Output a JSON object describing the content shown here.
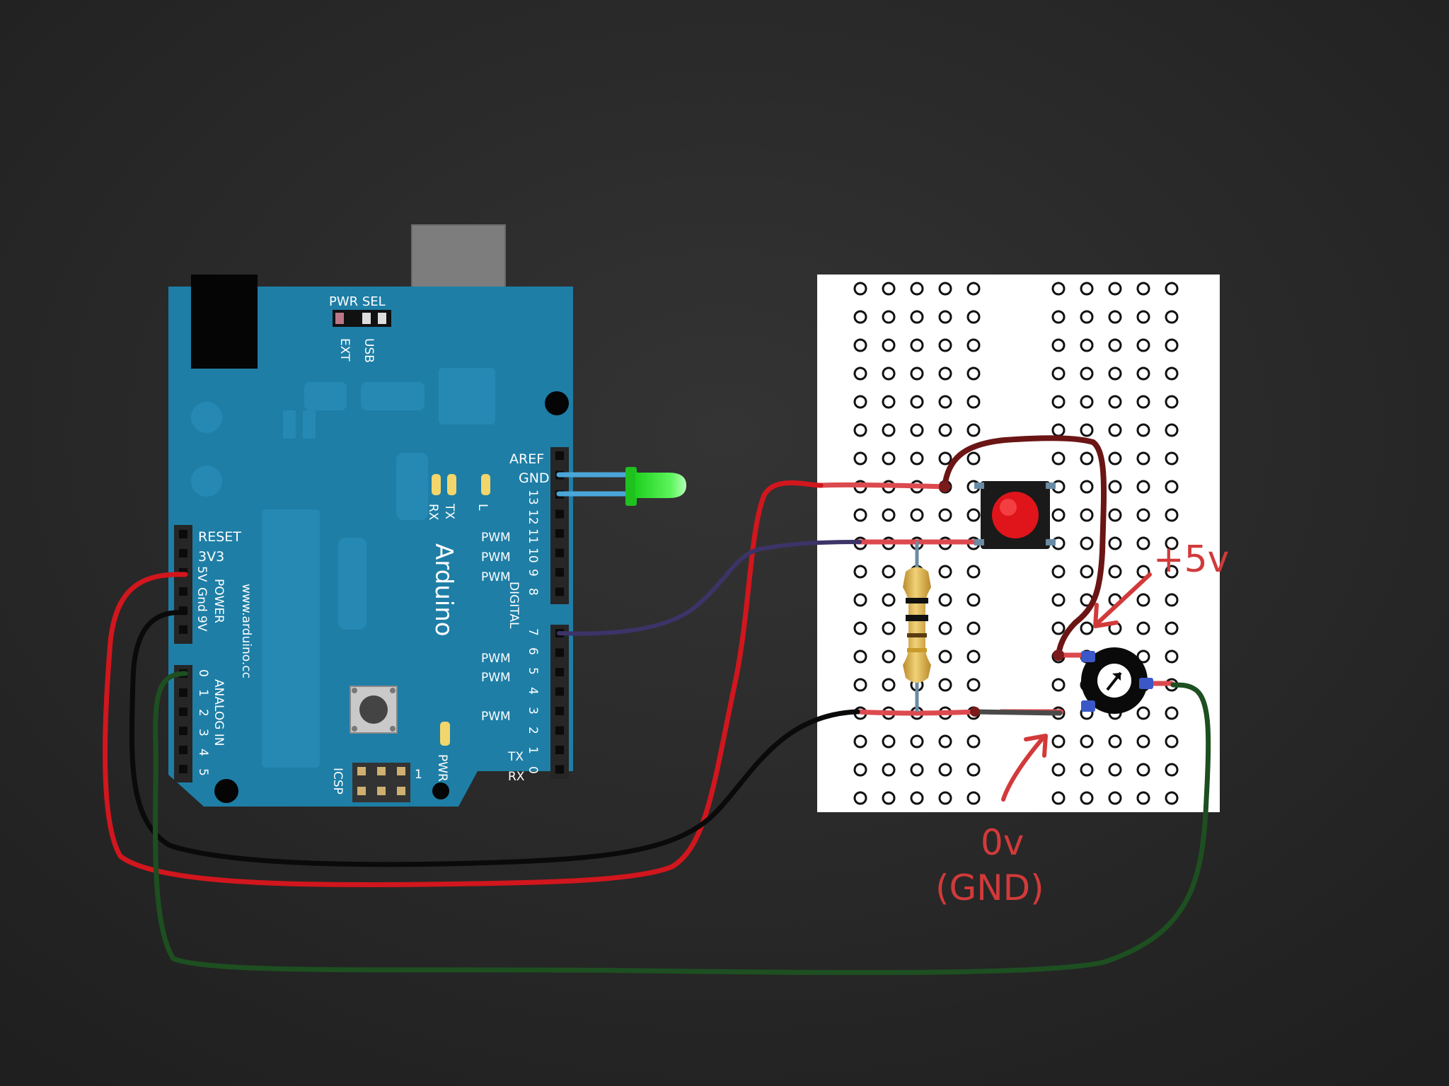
{
  "board": {
    "brand": "Arduino",
    "website": "www.arduino.cc",
    "pwr_sel": "PWR SEL",
    "ext": "EXT",
    "usb": "USB",
    "aref": "AREF",
    "gnd": "GND",
    "reset": "RESET",
    "v33": "3V3",
    "v5": "5V",
    "gnd_power": "Gnd",
    "v9": "9V",
    "power": "POWER",
    "analog_in": "ANALOG IN",
    "digital": "DIGITAL",
    "rx_led": "RX",
    "tx_led": "TX",
    "l_led": "L",
    "pwr_led": "PWR",
    "icsp": "ICSP",
    "icsp_pin": "1",
    "pwm": "PWM",
    "tx_pin": "TX",
    "rx_pin": "RX",
    "pin_13": "13",
    "pin_12": "12",
    "pin_11": "11",
    "pin_10": "10",
    "pin_9": "9",
    "pin_8": "8",
    "pin_7": "7",
    "pin_6": "6",
    "pin_5": "5",
    "pin_4": "4",
    "pin_3": "3",
    "pin_2": "2",
    "pin_1": "1",
    "pin_0": "0",
    "a0": "0",
    "a1": "1",
    "a2": "2",
    "a3": "3",
    "a4": "4",
    "a5": "5"
  },
  "annotations": {
    "plus5v": "+5v",
    "zero_v": "0v",
    "gnd": "(GND)"
  },
  "colors": {
    "background": "#262626",
    "board": "#1e7ea6",
    "red_wire": "#d2161d",
    "black_wire": "#0a0a0a",
    "green_wire": "#1d4f21",
    "purple_wire": "#3c3468",
    "brown_wire": "#6b1515",
    "annotation": "#d23a3a",
    "led": "#33e233"
  }
}
